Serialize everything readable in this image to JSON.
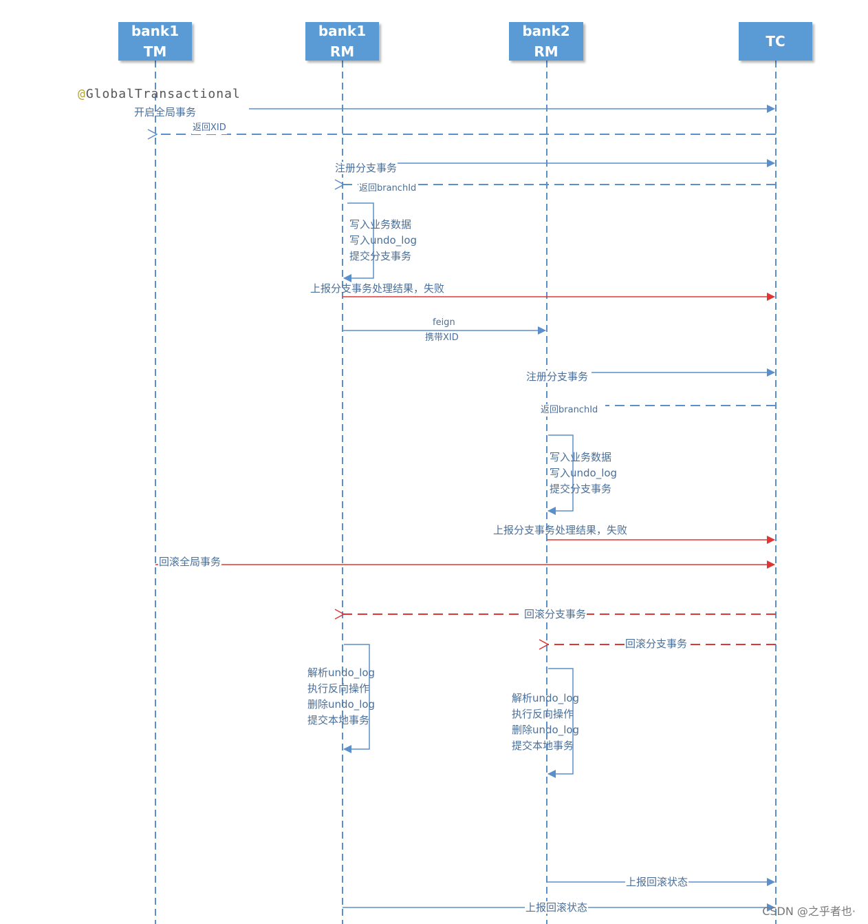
{
  "participants": [
    {
      "id": "bank1_tm",
      "line1": "bank1",
      "line2": "TM"
    },
    {
      "id": "bank1_rm",
      "line1": "bank1",
      "line2": "RM"
    },
    {
      "id": "bank2_rm",
      "line1": "bank2",
      "line2": "RM"
    },
    {
      "id": "tc",
      "line1": "TC",
      "line2": ""
    }
  ],
  "annotation": {
    "at": "@",
    "text": "GlobalTransactional"
  },
  "messages": {
    "start_global": "开启全局事务",
    "return_xid": "返回XID",
    "register_branch_1": "注册分支事务",
    "return_branchid_1": "返回branchId",
    "report_result_1": "上报分支事务处理结果，失败",
    "feign_line1": "feign",
    "feign_line2": "携带XID",
    "register_branch_2": "注册分支事务",
    "return_branchid_2": "返回branchId",
    "report_result_2": "上报分支事务处理结果，失败",
    "rollback_global": "回滚全局事务",
    "rollback_branch_1": "回滚分支事务",
    "rollback_branch_2": "回滚分支事务",
    "report_rollback_bank2": "上报回滚状态",
    "report_rollback_bank1": "上报回滚状态"
  },
  "self_blocks": {
    "bank1_local": [
      "写入业务数据",
      "写入undo_log",
      "提交分支事务"
    ],
    "bank2_local": [
      "写入业务数据",
      "写入undo_log",
      "提交分支事务"
    ],
    "bank1_undo": [
      "解析undo_log",
      "执行反向操作",
      "删除undo_log",
      "提交本地事务"
    ],
    "bank2_undo": [
      "解析undo_log",
      "执行反向操作",
      "删除undo_log",
      "提交本地事务"
    ]
  },
  "colors": {
    "actor": "#5b9bd5",
    "line": "#5b8fcc",
    "failure": "#e03535"
  },
  "watermark": "CSDN @之乎者也·"
}
